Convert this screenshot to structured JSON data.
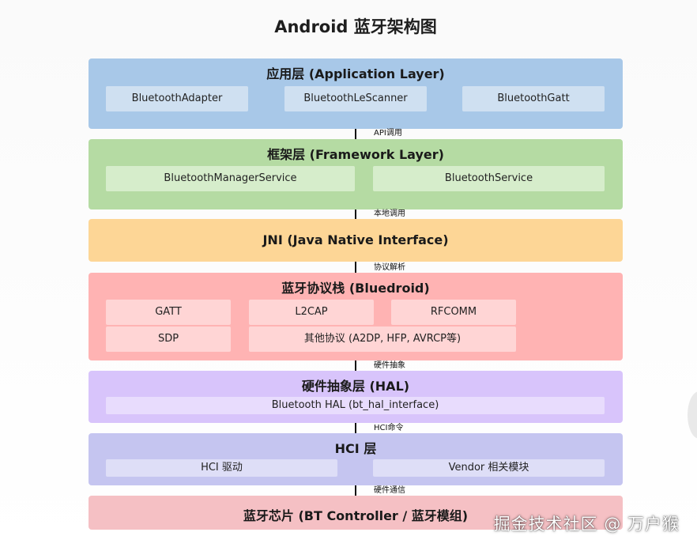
{
  "title": "Android 蓝牙架构图",
  "colors": {
    "app": "#a8c8e8",
    "app_box": "#cfe0f1",
    "framework": "#b5dba3",
    "framework_box": "#d6edcb",
    "jni": "#fdd696",
    "stack": "#ffb3b3",
    "stack_box": "#ffd5d5",
    "hal": "#d8c4fb",
    "hal_box": "#e8dcfd",
    "hci": "#c5c5f0",
    "hci_box": "#dedef7",
    "chip": "#f5c0c4"
  },
  "layers": {
    "app": {
      "title": "应用层 (Application Layer)",
      "boxes": [
        "BluetoothAdapter",
        "BluetoothLeScanner",
        "BluetoothGatt"
      ]
    },
    "framework": {
      "title": "框架层 (Framework Layer)",
      "boxes": [
        "BluetoothManagerService",
        "BluetoothService"
      ]
    },
    "jni": {
      "title": "JNI (Java Native Interface)"
    },
    "stack": {
      "title": "蓝牙协议栈 (Bluedroid)",
      "boxes": [
        "GATT",
        "L2CAP",
        "RFCOMM",
        "SDP",
        "其他协议 (A2DP, HFP, AVRCP等)"
      ]
    },
    "hal": {
      "title": "硬件抽象层 (HAL)",
      "boxes": [
        "Bluetooth HAL (bt_hal_interface)"
      ]
    },
    "hci": {
      "title": "HCI 层",
      "boxes": [
        "HCI 驱动",
        "Vendor 相关模块"
      ]
    },
    "chip": {
      "title": "蓝牙芯片 (BT Controller / 蓝牙模组)"
    }
  },
  "connectors": [
    "API调用",
    "本地调用",
    "协议解析",
    "硬件抽象",
    "HCI命令",
    "硬件通信"
  ],
  "watermark": "掘金技术社区 @ 万户猴"
}
